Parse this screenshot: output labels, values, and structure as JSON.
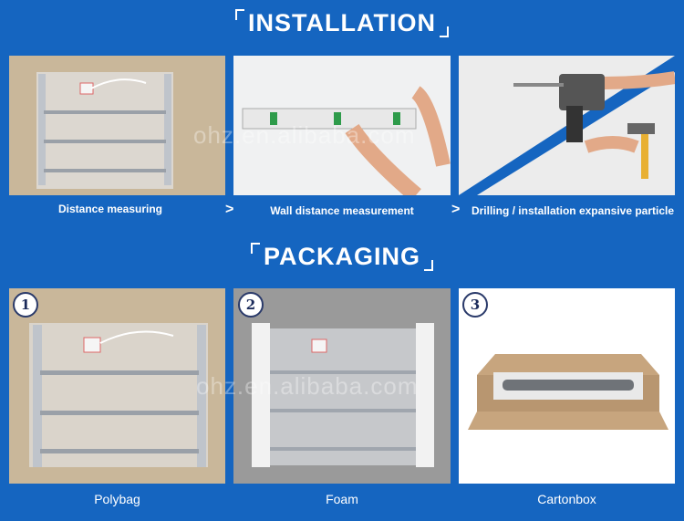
{
  "installation": {
    "title": "INSTALLATION",
    "steps": [
      {
        "caption": "Distance measuring"
      },
      {
        "caption": "Wall distance measurement"
      },
      {
        "caption": "Drilling / installation expansive particle"
      }
    ],
    "arrow": ">"
  },
  "packaging": {
    "title": "PACKAGING",
    "items": [
      {
        "number": "1",
        "caption": "Polybag"
      },
      {
        "number": "2",
        "caption": "Foam"
      },
      {
        "number": "3",
        "caption": "Cartonbox"
      }
    ]
  },
  "watermark": "ohz.en.alibaba.com",
  "colors": {
    "background": "#1565c0",
    "text": "#ffffff"
  }
}
